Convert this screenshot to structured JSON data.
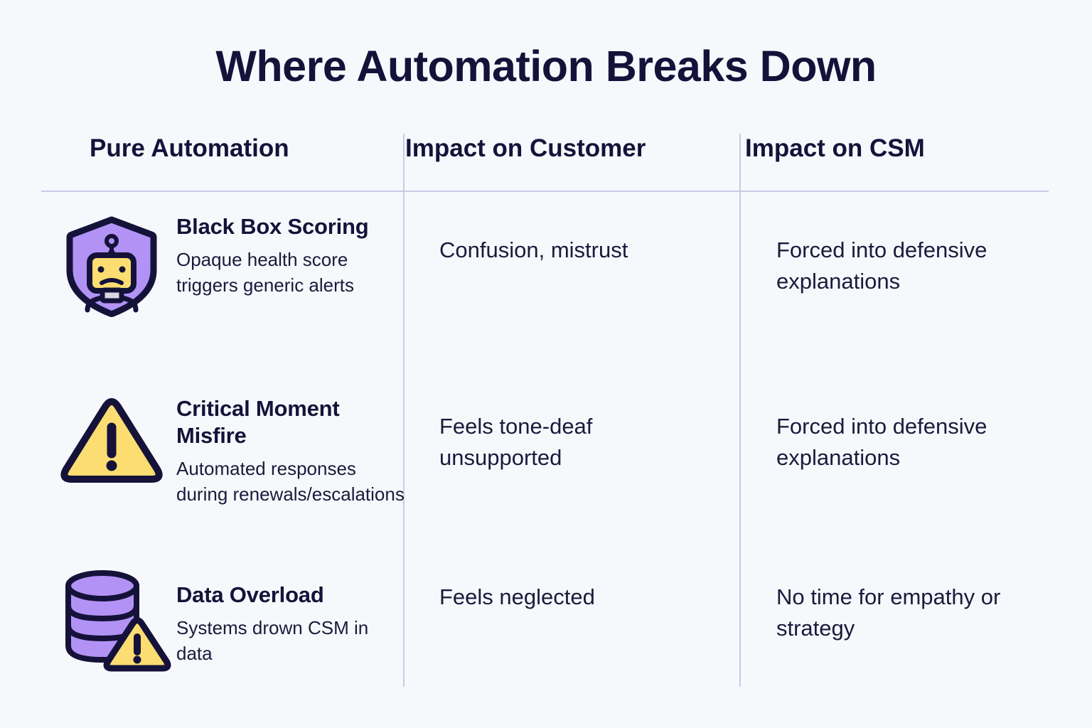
{
  "title": "Where Automation Breaks Down",
  "colors": {
    "background": "#f7f8fc",
    "heading": "#15123a",
    "body_text": "#1c1a3c",
    "divider": "#c8cae4",
    "purple": "#b293f5",
    "purple_dark": "#9b78ef",
    "yellow": "#fcdd72",
    "outline": "#15123a",
    "grey": "#d8d8e2"
  },
  "columns": [
    {
      "label": "Pure Automation"
    },
    {
      "label": "Impact on Customer"
    },
    {
      "label": "Impact on CSM"
    }
  ],
  "rows": [
    {
      "icon": "shield-robot-icon",
      "title": "Black Box Scoring",
      "description": "Opaque health score triggers generic alerts",
      "impact_customer": "Confusion, mistrust",
      "impact_csm": "Forced into defensive explanations"
    },
    {
      "icon": "warning-triangle-icon",
      "title": "Critical Moment Misfire",
      "description": "Automated responses during renewals/escalations",
      "impact_customer": "Feels tone-deaf unsupported",
      "impact_csm": "Forced into defensive explanations"
    },
    {
      "icon": "database-warning-icon",
      "title": "Data Overload",
      "description": "Systems drown CSM in data",
      "impact_customer": "Feels neglected",
      "impact_csm": "No time for empathy or strategy"
    }
  ]
}
